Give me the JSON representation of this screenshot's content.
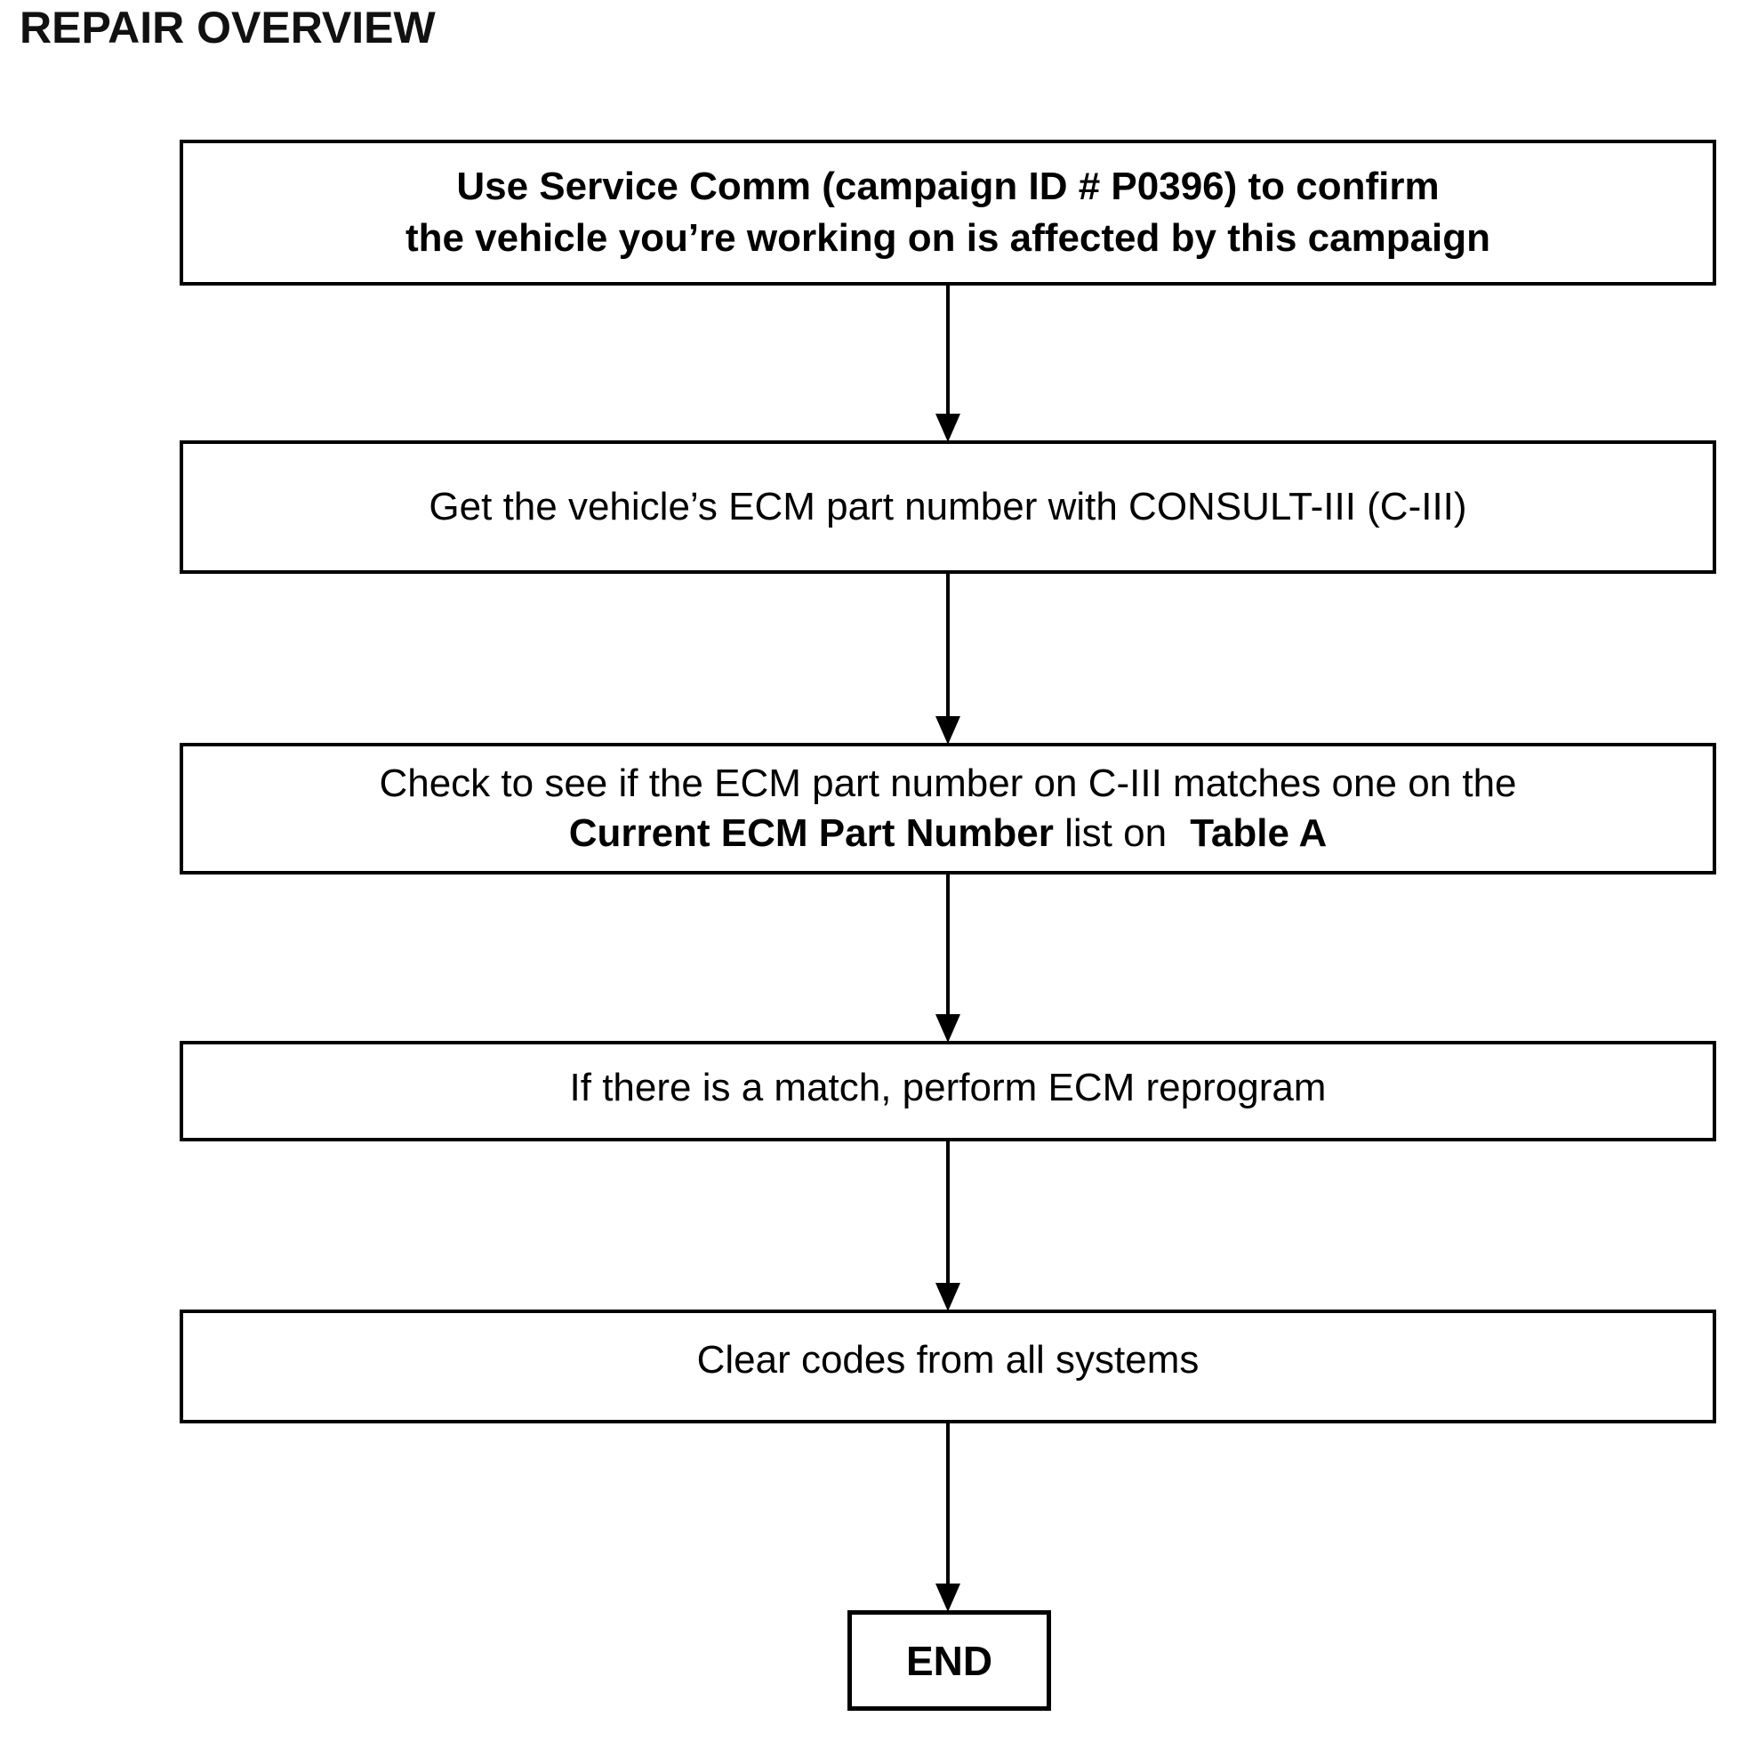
{
  "title": "REPAIR OVERVIEW",
  "flow": {
    "step1": {
      "text": "Use Service Comm (campaign ID # P0396) to confirm\nthe vehicle you’re working on is affected by this campaign"
    },
    "step2": {
      "text": "Get the vehicle’s ECM part number with CONSULT-III (C-III)"
    },
    "step3": {
      "line1": "Check to see if the ECM part number on C-III matches one on the",
      "line2_bold": "Current ECM Part Number",
      "line2_regular": " list on ",
      "line2_bold2": "Table A"
    },
    "step4": {
      "text": "If there is a match, perform ECM reprogram"
    },
    "step5": {
      "text": "Clear codes from all systems"
    },
    "end": {
      "text": "END"
    }
  },
  "colors": {
    "ink": "#000000",
    "background": "#ffffff"
  }
}
